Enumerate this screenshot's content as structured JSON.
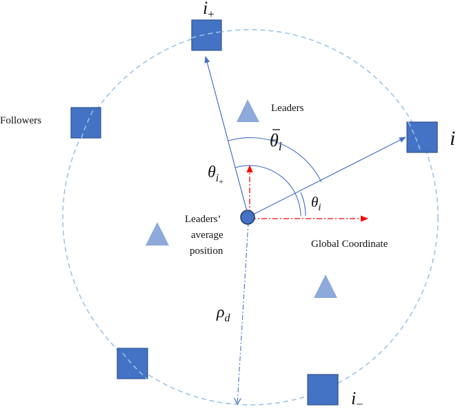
{
  "labels": {
    "followers": "Followers",
    "leaders": "Leaders",
    "leaders_avg_line1": "Leaders’",
    "leaders_avg_line2": "average",
    "leaders_avg_line3": "position",
    "global_coordinate": "Global Coordinate"
  },
  "math": {
    "i_plus_base": "i",
    "i_plus_sub": "+",
    "i_base": "i",
    "i_minus_base": "i",
    "i_minus_sub": "−",
    "theta_bar_base": "θ",
    "theta_bar_sub": "i",
    "theta_ip_base": "θ",
    "theta_ip_sub": "i",
    "theta_ip_subsub": "+",
    "theta_i_base": "θ",
    "theta_i_sub": "i",
    "rho_base": "ρ",
    "rho_sub": "d"
  },
  "colors": {
    "square_fill": "#4472c4",
    "square_stroke": "#2f528f",
    "triangle_fill": "#8eaadb",
    "circle_dashed": "#9dc3e6",
    "vector": "#4472c4",
    "global_axis": "#ff0000",
    "center_fill": "#4472c4",
    "center_stroke": "#203864"
  }
}
